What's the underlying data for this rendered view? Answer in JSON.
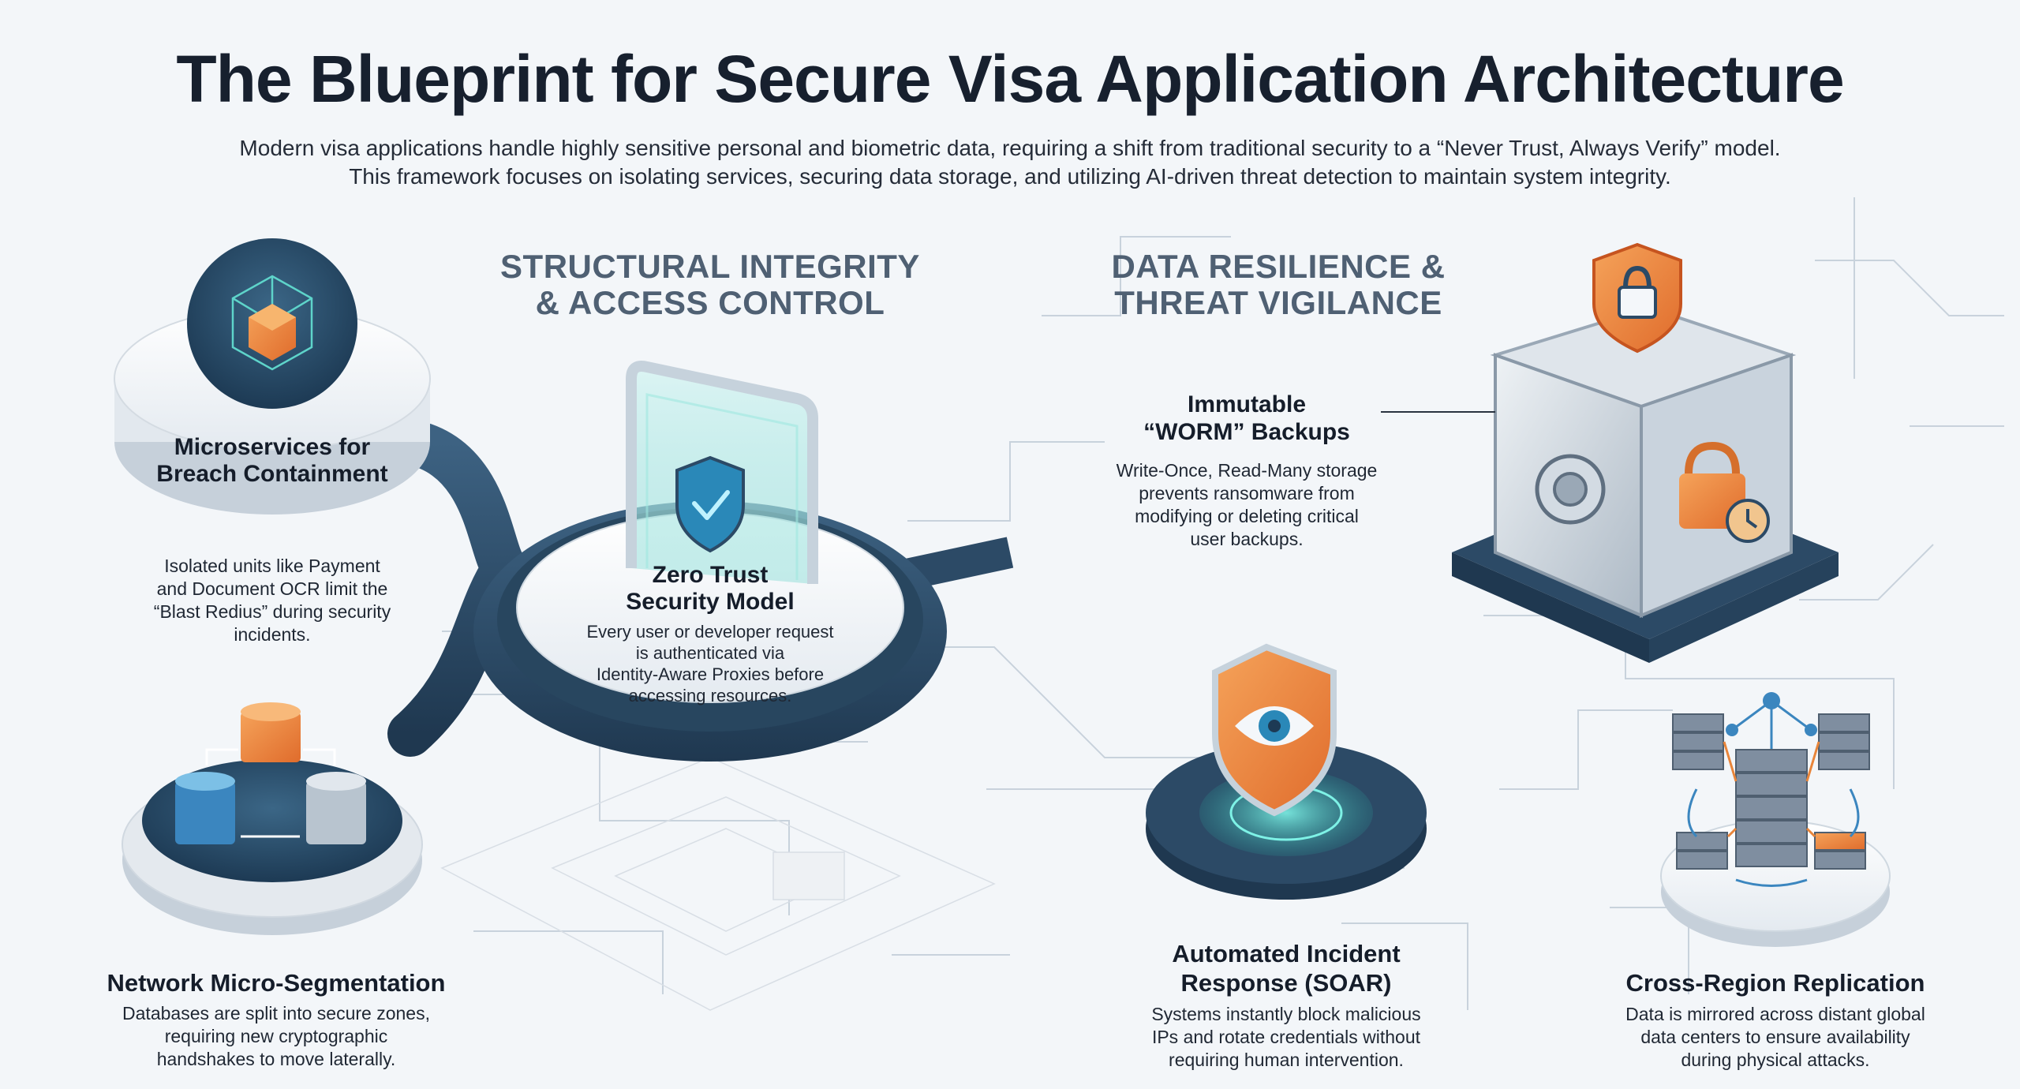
{
  "header": {
    "title": "The Blueprint for Secure Visa Application Architecture",
    "subtitle_line1": "Modern visa applications handle highly sensitive personal and biometric data, requiring a shift from traditional security to a “Never Trust, Always Verify” model.",
    "subtitle_line2": "This framework focuses on isolating services, securing data storage, and utilizing AI-driven threat detection to maintain system integrity."
  },
  "sections": {
    "left_line1": "STRUCTURAL INTEGRITY",
    "left_line2": "& ACCESS CONTROL",
    "right_line1": "DATA RESILIENCE &",
    "right_line2": "THREAT VIGILANCE"
  },
  "nodes": {
    "microservices": {
      "title_line1": "Microservices for",
      "title_line2": "Breach Containment",
      "desc": [
        "Isolated units like Payment",
        "and Document OCR limit the",
        "“Blast Redius” during security",
        "incidents."
      ],
      "icon": "cube-icon"
    },
    "zero_trust": {
      "title_line1": "Zero Trust",
      "title_line2": "Security Model",
      "desc": [
        "Every user or developer request",
        "is authenticated via",
        "Identity-Aware Proxies before",
        "accessing resources."
      ],
      "icon": "shield-check-icon"
    },
    "segmentation": {
      "title": "Network Micro-Segmentation",
      "desc": [
        "Databases are split into secure zones,",
        "requiring new cryptographic",
        "handshakes to move laterally."
      ],
      "icon": "database-icon"
    },
    "worm": {
      "title_line1": "Immutable",
      "title_line2": "“WORM” Backups",
      "desc": [
        "Write-Once, Read-Many storage",
        "prevents ransomware from",
        "modifying or deleting critical",
        "user backups."
      ],
      "icon": "vault-icon"
    },
    "soar": {
      "title_line1": "Automated Incident",
      "title_line2": "Response (SOAR)",
      "desc": [
        "Systems instantly block malicious",
        "IPs and rotate credentials without",
        "requiring human intervention."
      ],
      "icon": "eye-shield-icon"
    },
    "replication": {
      "title": "Cross-Region Replication",
      "desc": [
        "Data is mirrored across distant global",
        "data centers to ensure availability",
        "during physical attacks."
      ],
      "icon": "server-network-icon"
    }
  },
  "colors": {
    "navy": "#2c4a66",
    "orange": "#e8853a",
    "teal": "#4fc9c0",
    "section": "#4f6073"
  }
}
